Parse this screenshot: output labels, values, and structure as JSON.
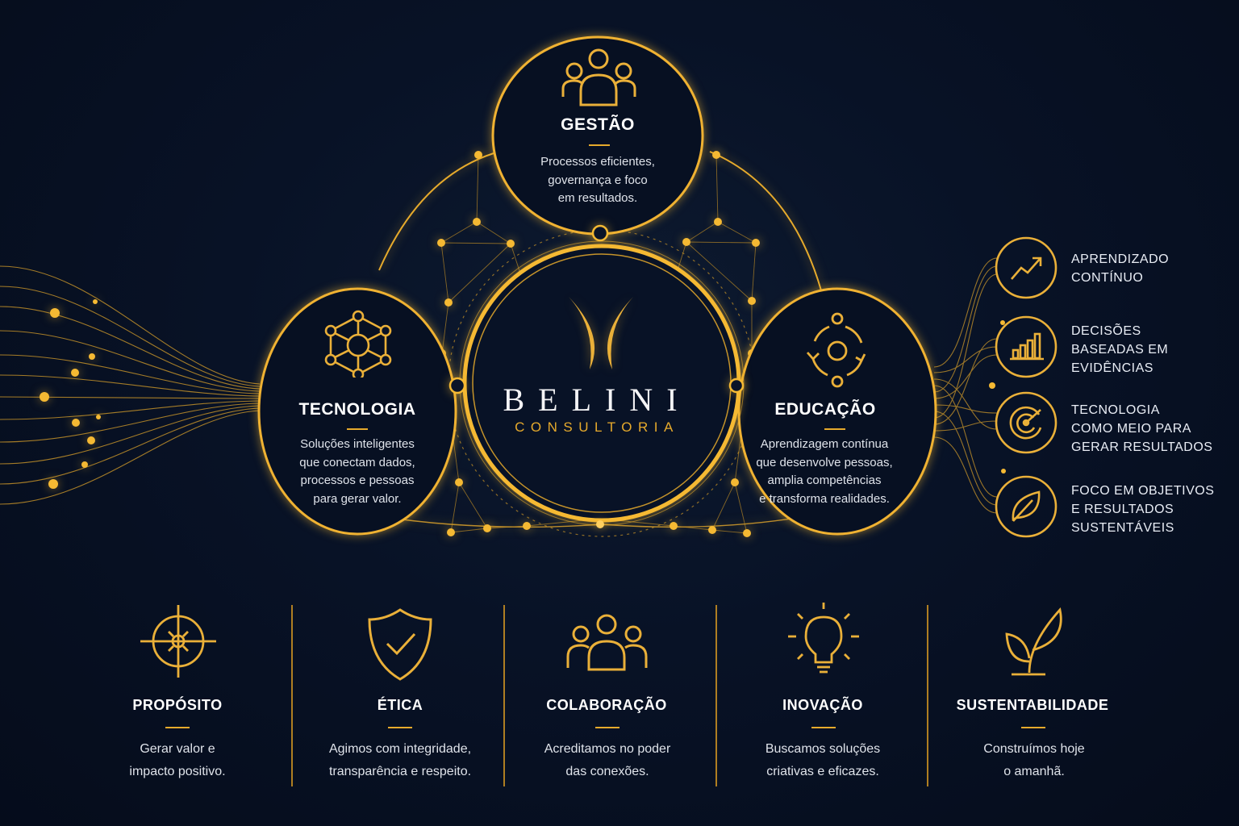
{
  "brand": {
    "name": "BELINI",
    "subtitle": "CONSULTORIA",
    "logo_icon": "crescent-moons-logo-icon"
  },
  "colors": {
    "background": "#081226",
    "gold": "#e6aa2c",
    "text": "#ffffff"
  },
  "pillars": {
    "gestao": {
      "title": "GESTÃO",
      "desc_lines": [
        "Processos eficientes,",
        "governança e foco",
        "em resultados."
      ],
      "icon": "team-icon"
    },
    "tecnologia": {
      "title": "TECNOLOGIA",
      "desc_lines": [
        "Soluções inteligentes",
        "que conectam dados,",
        "processos e pessoas",
        "para gerar valor."
      ],
      "icon": "network-hexagon-icon"
    },
    "educacao": {
      "title": "EDUCAÇÃO",
      "desc_lines": [
        "Aprendizagem contínua",
        "que desenvolve pessoas,",
        "amplia competências",
        "e transforma realidades."
      ],
      "icon": "cycle-arrows-icon"
    }
  },
  "benefits": [
    {
      "lines": [
        "APRENDIZADO",
        "CONTÍNUO"
      ],
      "icon": "trend-up-icon"
    },
    {
      "lines": [
        "DECISÕES",
        "BASEADAS EM",
        "EVIDÊNCIAS"
      ],
      "icon": "bar-chart-icon"
    },
    {
      "lines": [
        "TECNOLOGIA",
        "COMO MEIO PARA",
        "GERAR RESULTADOS"
      ],
      "icon": "target-icon"
    },
    {
      "lines": [
        "FOCO EM OBJETIVOS",
        "E RESULTADOS",
        "SUSTENTÁVEIS"
      ],
      "icon": "leaf-icon"
    }
  ],
  "values": [
    {
      "title": "PROPÓSITO",
      "desc_lines": [
        "Gerar valor e",
        "impacto positivo."
      ],
      "icon": "compass-icon"
    },
    {
      "title": "ÉTICA",
      "desc_lines": [
        "Agimos com integridade,",
        "transparência e respeito."
      ],
      "icon": "shield-check-icon"
    },
    {
      "title": "COLABORAÇÃO",
      "desc_lines": [
        "Acreditamos no poder",
        "das conexões."
      ],
      "icon": "group-icon"
    },
    {
      "title": "INOVAÇÃO",
      "desc_lines": [
        "Buscamos soluções",
        "criativas e eficazes."
      ],
      "icon": "lightbulb-icon"
    },
    {
      "title": "SUSTENTABILIDADE",
      "desc_lines": [
        "Construímos hoje",
        "o amanhã."
      ],
      "icon": "sprout-icon"
    }
  ]
}
